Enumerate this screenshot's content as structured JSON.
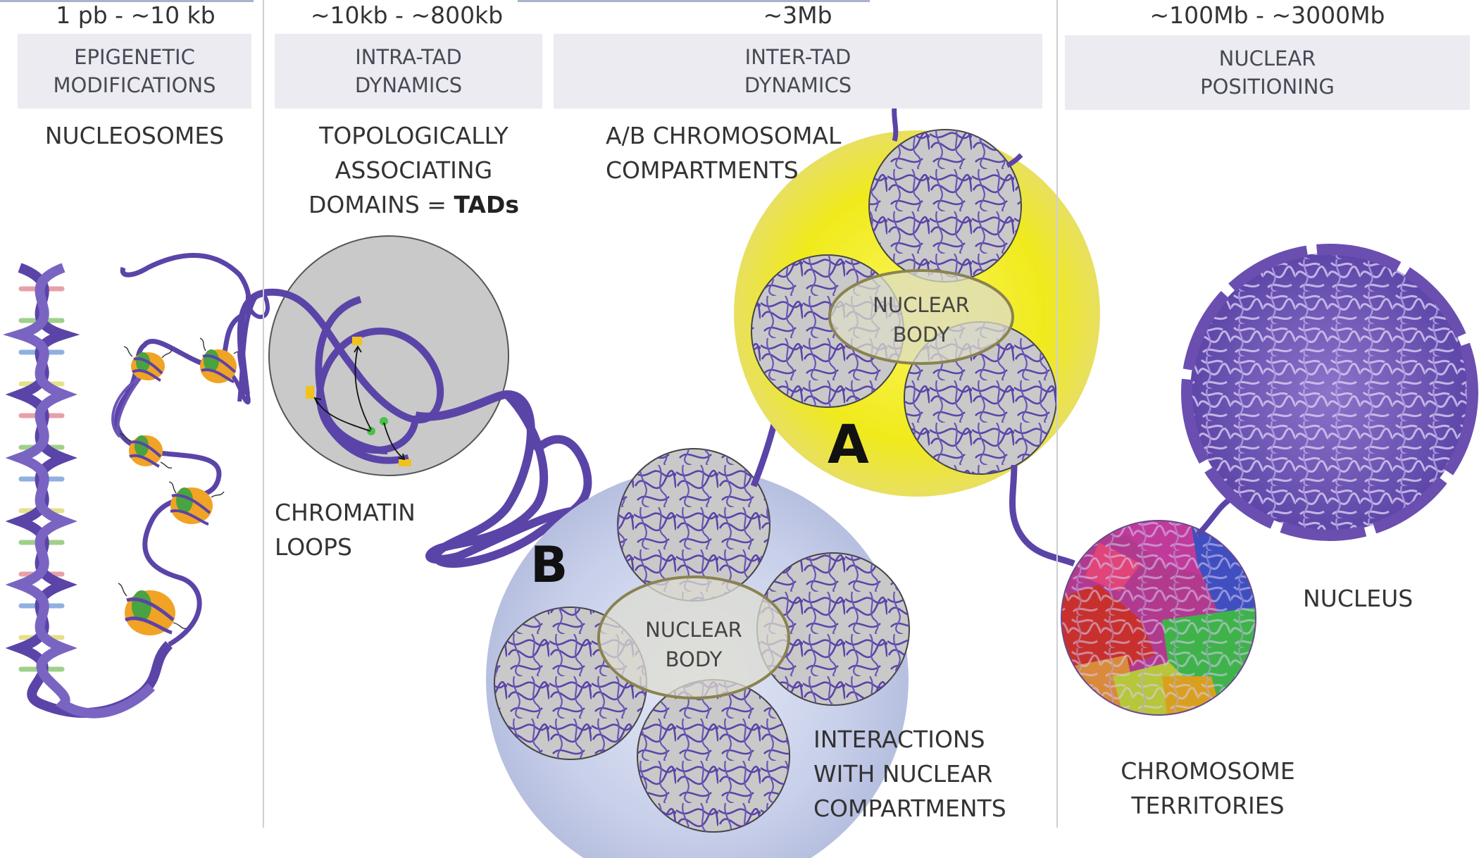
{
  "columns": [
    {
      "range": "1 pb - ~10 kb",
      "bar": [
        "EPIGENETIC",
        "MODIFICATIONS"
      ],
      "title": [
        "NUCLEOSOMES"
      ]
    },
    {
      "range": "~10kb - ~800kb",
      "bar": [
        "INTRA-TAD",
        "DYNAMICS"
      ],
      "title": [
        "TOPOLOGICALLY",
        "ASSOCIATING",
        "DOMAINS = "
      ],
      "title_bold": "TADs"
    },
    {
      "range": "~3Mb",
      "bar": [
        "INTER-TAD",
        "DYNAMICS"
      ],
      "title": [
        "A/B CHROMOSOMAL",
        "COMPARTMENTS"
      ]
    },
    {
      "range": "~100Mb - ~3000Mb",
      "bar": [
        "NUCLEAR",
        "POSITIONING"
      ]
    }
  ],
  "labels": {
    "chromatin_loops": [
      "CHROMATIN",
      "LOOPS"
    ],
    "interactions": [
      "INTERACTIONS",
      "WITH NUCLEAR",
      "COMPARTMENTS"
    ],
    "chromosome_territories": [
      "CHROMOSOME",
      "TERRITORIES"
    ],
    "nucleus": "NUCLEUS",
    "nuclear_body_a": [
      "NUCLEAR",
      "BODY"
    ],
    "nuclear_body_b": [
      "NUCLEAR",
      "BODY"
    ],
    "compartment_a": "A",
    "compartment_b": "B"
  },
  "colors": {
    "chromatin": "#5b44a8",
    "compartment_a_halo": "#f0ea1c",
    "compartment_b_halo": "#c8d0ea",
    "tad_disc": "#c9c9c9",
    "header_bar": "#ebebf1",
    "histone_orange": "#f0a325",
    "histone_green": "#49a340"
  }
}
